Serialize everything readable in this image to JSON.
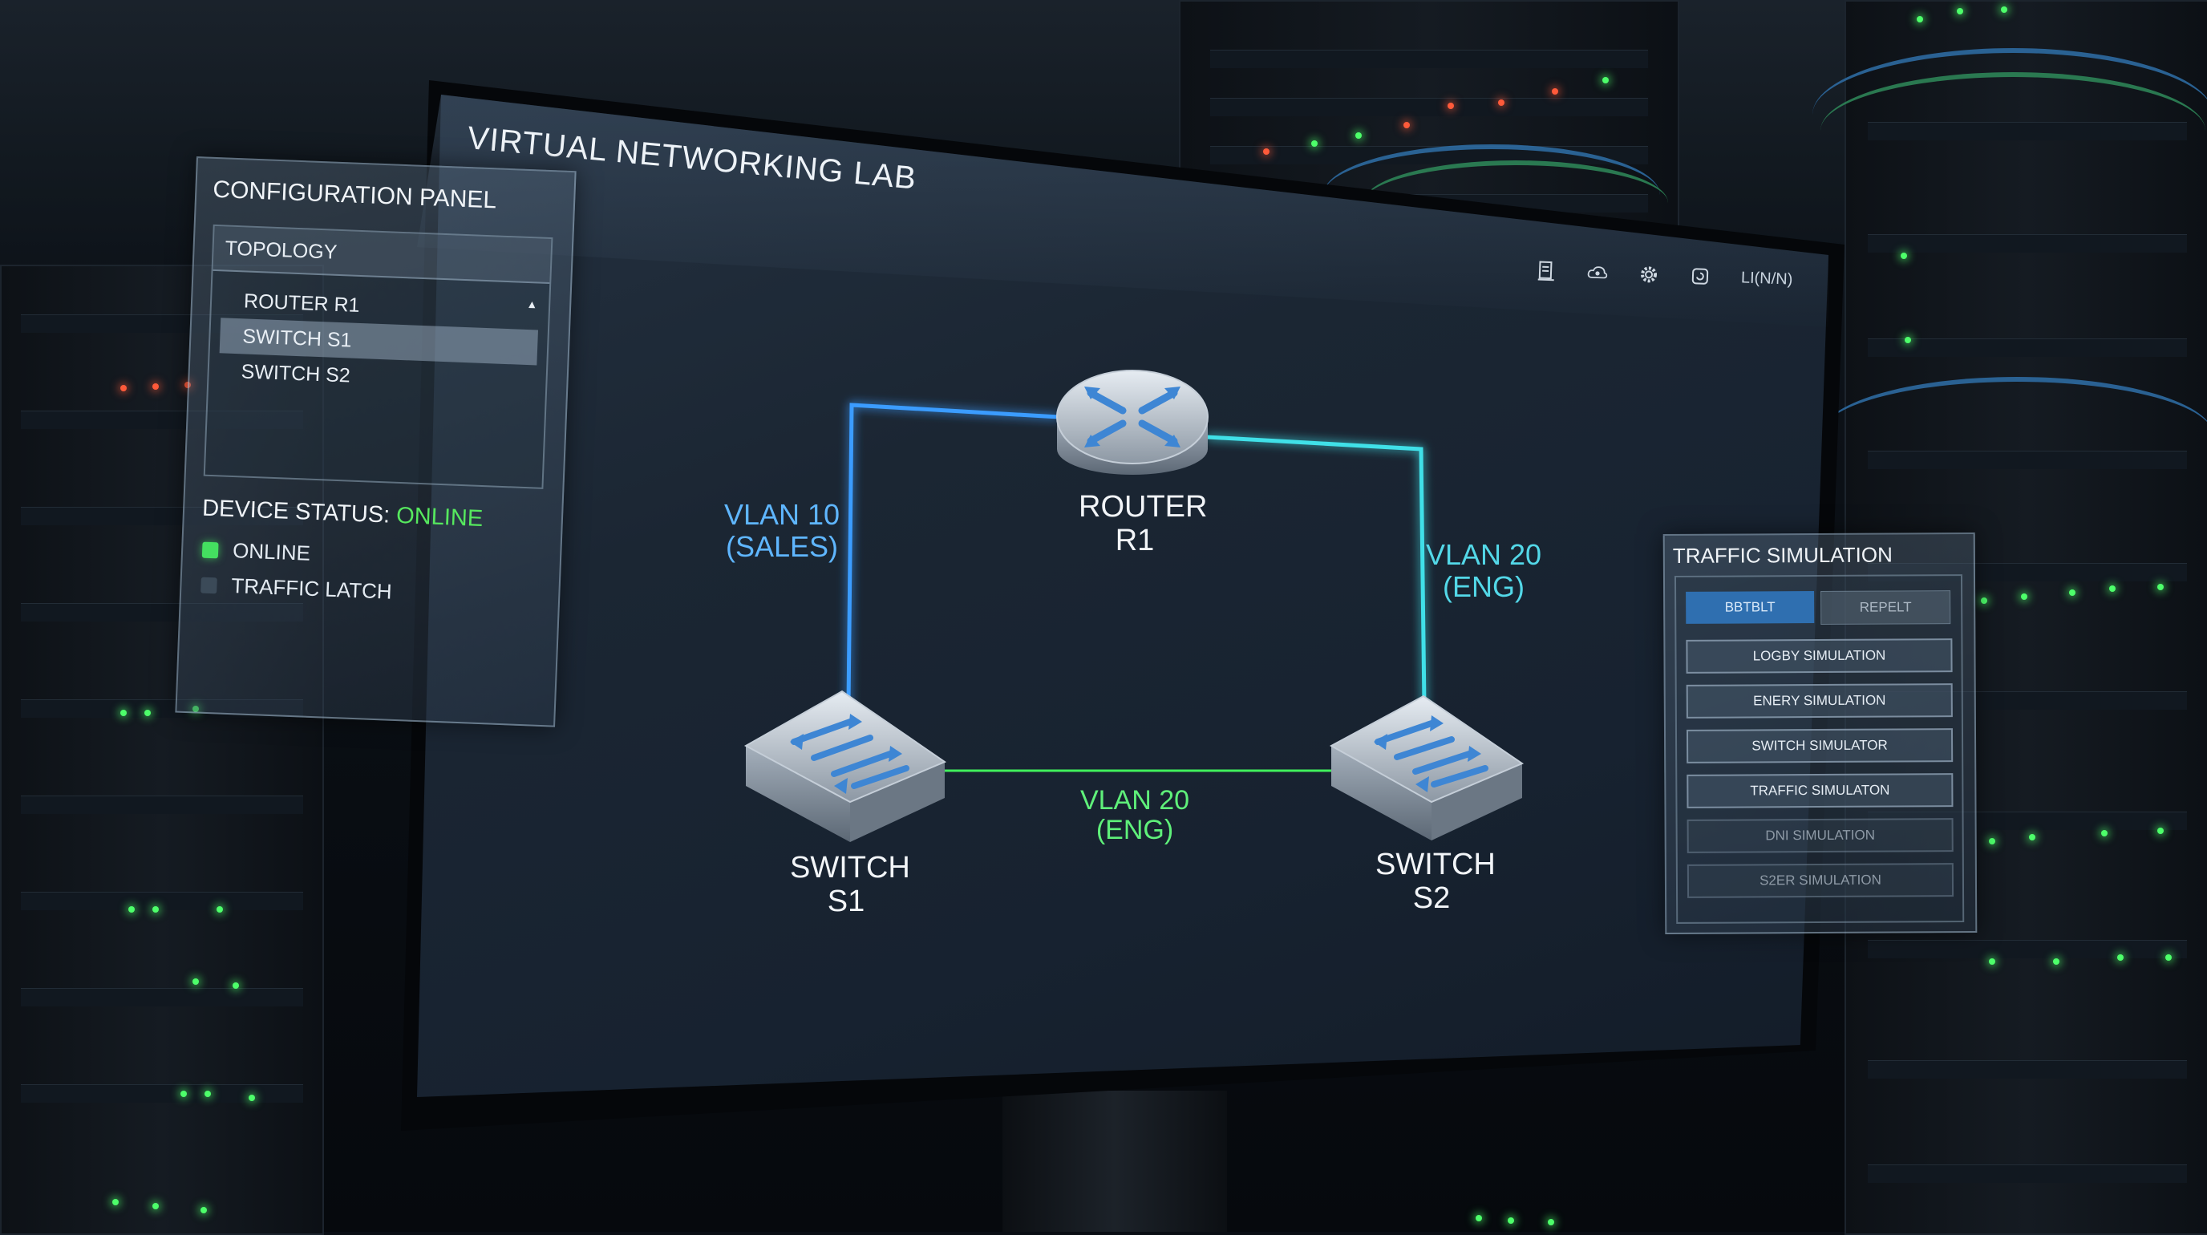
{
  "window": {
    "title": "VIRTUAL NETWORKING LAB"
  },
  "toolbar": {
    "icons": [
      "document-icon",
      "cloud-icon",
      "gear-icon",
      "refresh-icon"
    ],
    "user_label": "LI(N/N)"
  },
  "topology": {
    "devices": {
      "router": {
        "name": "ROUTER",
        "id": "R1"
      },
      "switch1": {
        "name": "SWITCH",
        "id": "S1"
      },
      "switch2": {
        "name": "SWITCH",
        "id": "S2"
      }
    },
    "links": {
      "r1_s1": {
        "vlan": "VLAN 10",
        "dept": "(SALES)",
        "color": "#3a9cff"
      },
      "r1_s2": {
        "vlan": "VLAN 20",
        "dept": "(ENG)",
        "color": "#3fe0e8"
      },
      "s1_s2": {
        "vlan": "VLAN 20",
        "dept": "(ENG)",
        "color": "#3ff05c"
      }
    }
  },
  "config_panel": {
    "title": "CONFIGURATION PANEL",
    "topology_header": "TOPOLOGY",
    "items": [
      "ROUTER R1",
      "SWITCH S1",
      "SWITCH S2"
    ],
    "selected_index": 1,
    "device_status_label": "DEVICE STATUS:",
    "device_status_value": "ONLINE",
    "checkboxes": [
      {
        "label": "ONLINE",
        "checked": true
      },
      {
        "label": "TRAFFIC LATCH",
        "checked": false
      }
    ]
  },
  "traffic_panel": {
    "title": "TRAFFIC SIMULATION",
    "segments": [
      "BBTBLT",
      "REPELT"
    ],
    "buttons": [
      "LOGBY SIMULATION",
      "ENERY SIMULATION",
      "SWITCH SIMULATOR",
      "TRAFFIC SIMULATON",
      "DNI SIMULATION",
      "S2ER SIMULATION"
    ]
  },
  "colors": {
    "accent_blue": "#3a9cff",
    "accent_cyan": "#3fe0e8",
    "accent_green": "#3ff05c",
    "status_online": "#56e85e"
  }
}
